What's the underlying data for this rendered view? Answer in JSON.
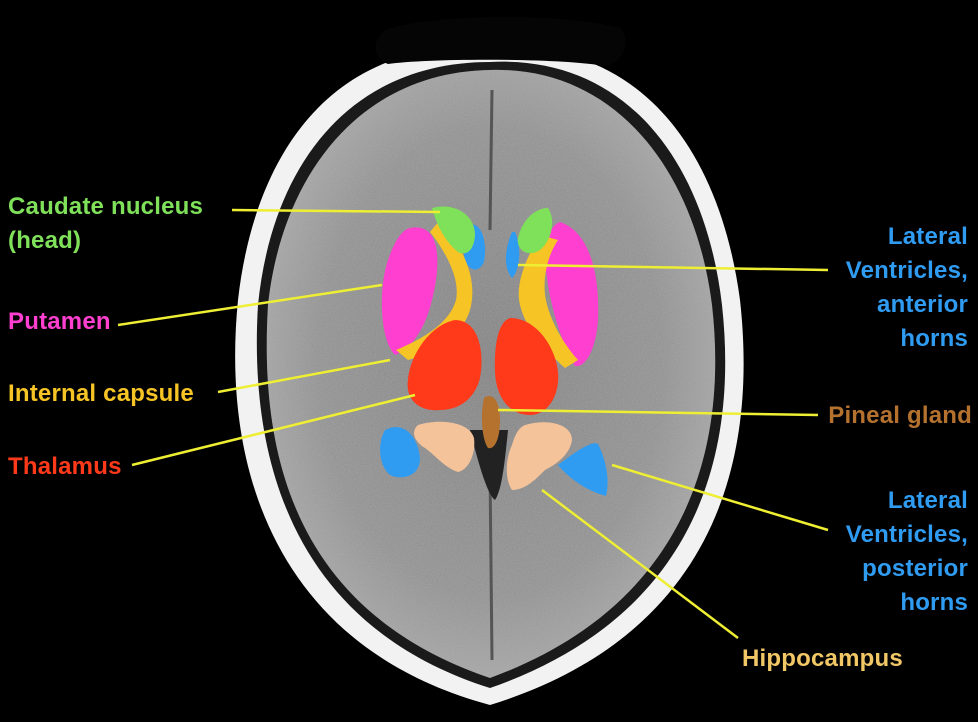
{
  "labels": {
    "caudate": {
      "text": "Caudate nucleus\n(head)",
      "color": "#7fe05a"
    },
    "putamen": {
      "text": "Putamen",
      "color": "#ff3fcf"
    },
    "internal_capsule": {
      "text": "Internal capsule",
      "color": "#f7c425"
    },
    "thalamus": {
      "text": "Thalamus",
      "color": "#ff3a1a"
    },
    "lateral_anterior": {
      "text": "Lateral\nVentricles,\nanterior\nhorns",
      "color": "#2f9cf2"
    },
    "pineal": {
      "text": "Pineal gland",
      "color": "#b5722f"
    },
    "lateral_posterior": {
      "text": "Lateral\nVentricles,\nposterior\nhorns",
      "color": "#2f9cf2"
    },
    "hippocampus": {
      "text": "Hippocampus",
      "color": "#f2c766"
    }
  },
  "colors": {
    "pointer": "#eeee33",
    "skull": "#f2f2f2",
    "brain": "#8a8a8a",
    "background": "#000000"
  }
}
